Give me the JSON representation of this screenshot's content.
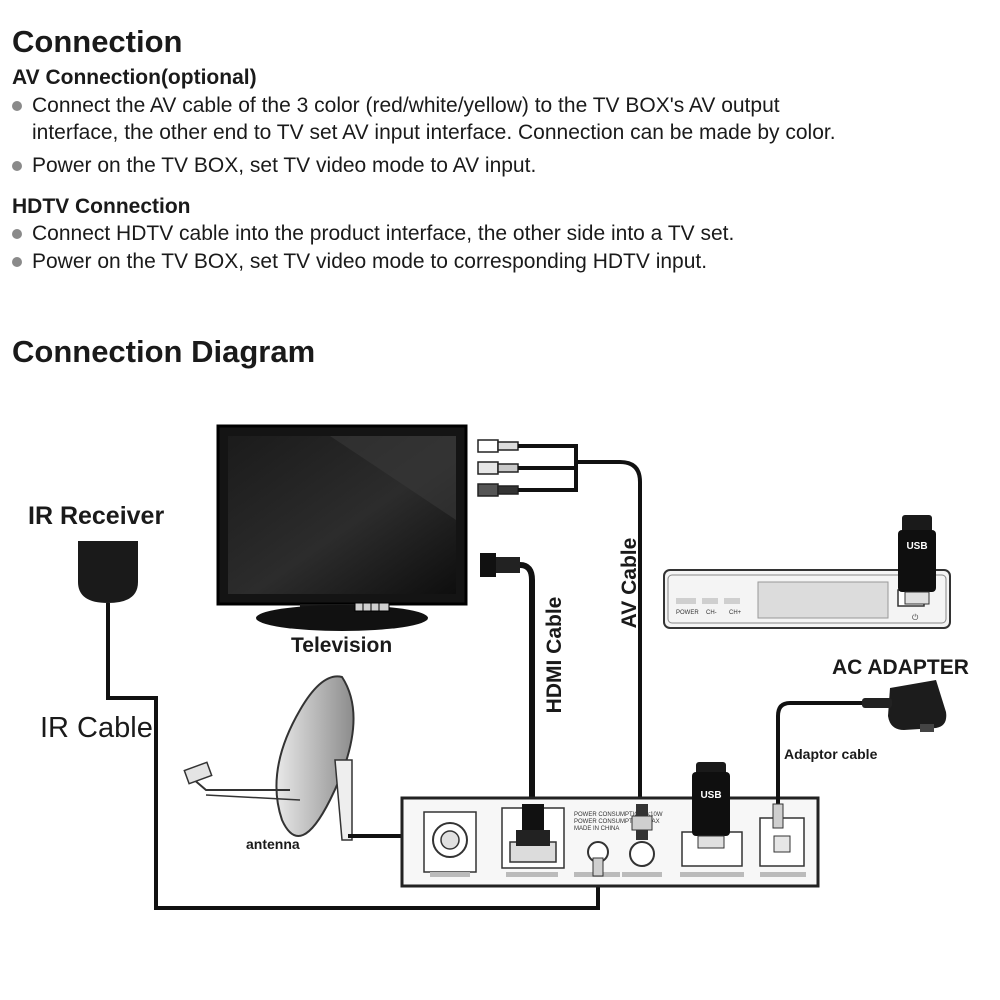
{
  "title": "Connection",
  "av_section": {
    "heading": "AV Connection(optional)",
    "bullets": [
      {
        "line1": "Connect the AV cable of the 3 color (red/white/yellow) to the TV BOX's AV output",
        "line2": "interface, the other end to TV set AV input interface. Connection can be made by color."
      },
      {
        "line1": "Power on the TV BOX, set TV video mode to AV input."
      }
    ]
  },
  "hdtv_section": {
    "heading": "HDTV Connection",
    "bullets": [
      {
        "line1": "Connect HDTV cable into the product interface, the other side into a TV set."
      },
      {
        "line1": "Power on the TV BOX, set TV video mode to corresponding HDTV input."
      }
    ]
  },
  "diagram": {
    "title": "Connection Diagram",
    "labels": {
      "ir_receiver": "IR Receiver",
      "ir_cable": "IR Cable",
      "television": "Television",
      "hdmi_cable": "HDMI Cable",
      "av_cable": "AV Cable",
      "ac_adapter": "AC ADAPTER",
      "adaptor_cable": "Adaptor cable",
      "antenna": "antenna",
      "usb_top": "USB",
      "usb_bottom": "USB"
    },
    "tv_box_front": {
      "buttons": [
        "POWER",
        "CH-",
        "CH+"
      ]
    },
    "tv_box_rear": {
      "info_lines": [
        "POWER CONSUMPTION: <10W",
        "POWER CONSUMPTION: MAX",
        "MADE IN CHINA"
      ]
    }
  }
}
